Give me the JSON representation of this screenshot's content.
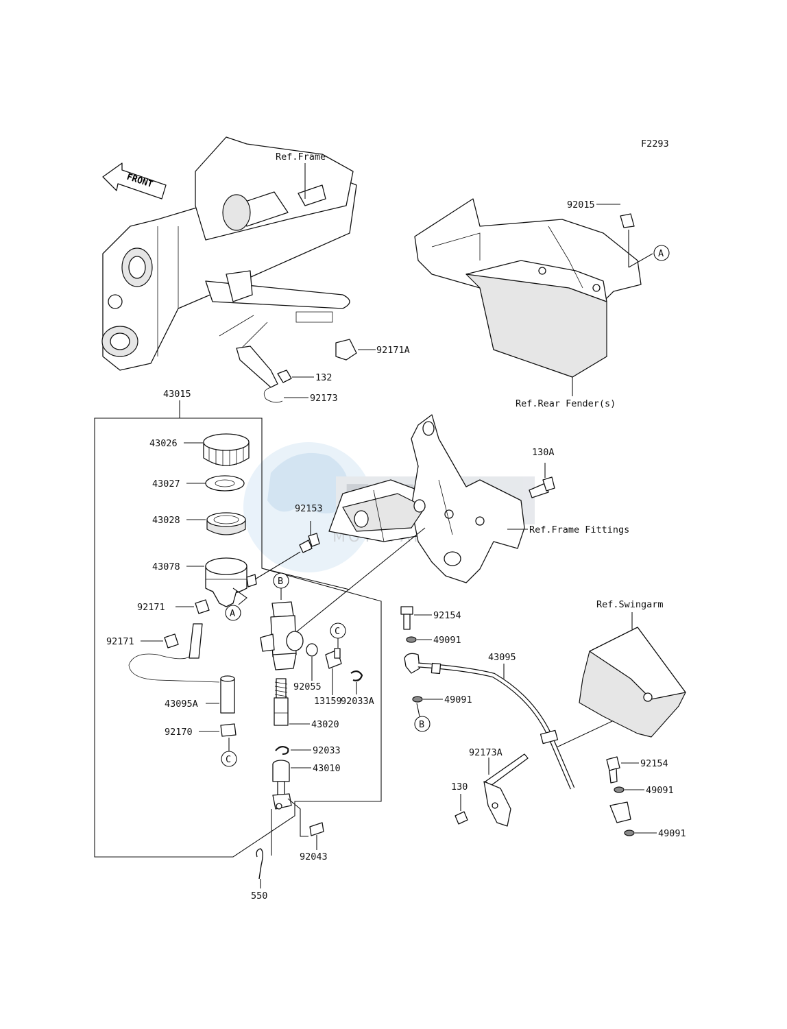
{
  "figure_code": "F2293",
  "front_arrow": "FRONT",
  "watermark": {
    "brand": "FAN",
    "sub": "MOTOPARTS"
  },
  "refs": {
    "frame": "Ref.Frame",
    "rear_fender": "Ref.Rear Fender(s)",
    "frame_fittings": "Ref.Frame Fittings",
    "swingarm": "Ref.Swingarm"
  },
  "markers": {
    "a": "A",
    "b": "B",
    "c": "C"
  },
  "parts": {
    "p92015": "92015",
    "p92171A": "92171A",
    "p132": "132",
    "p92173": "92173",
    "p43015": "43015",
    "p43026": "43026",
    "p43027": "43027",
    "p43028": "43028",
    "p92153": "92153",
    "p43078": "43078",
    "p92171a": "92171",
    "p92171b": "92171",
    "p43095A": "43095A",
    "p92170": "92170",
    "p92055": "92055",
    "p13159": "13159",
    "p92033A": "92033A",
    "p43020": "43020",
    "p92033": "92033",
    "p43010": "43010",
    "p92043": "92043",
    "p550": "550",
    "p130A": "130A",
    "p92154a": "92154",
    "p49091a": "49091",
    "p43095": "43095",
    "p49091b": "49091",
    "p92173A": "92173A",
    "p130": "130",
    "p92154b": "92154",
    "p49091c": "49091",
    "p49091d": "49091"
  }
}
